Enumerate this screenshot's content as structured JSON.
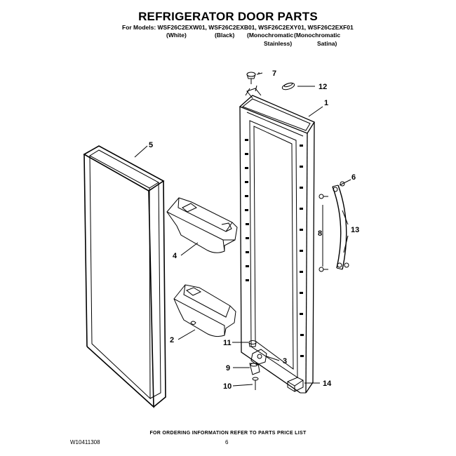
{
  "header": {
    "title": "REFRIGERATOR DOOR PARTS",
    "models_line": "For Models: WSF26C2EXW01, WSF26C2EXB01, WSF26C2EXY01, WSF26C2EXF01",
    "colors": {
      "white": "(White)",
      "black": "(Black)",
      "mono_stainless_1": "(Monochromatic",
      "mono_stainless_2": "Stainless)",
      "mono_satina_1": "(Monochromatic",
      "mono_satina_2": "Satina)"
    }
  },
  "callouts": {
    "c1": "1",
    "c2": "2",
    "c3": "3",
    "c4": "4",
    "c5": "5",
    "c6": "6",
    "c7": "7",
    "c8": "8",
    "c9": "9",
    "c10": "10",
    "c11": "11",
    "c12": "12",
    "c13": "13",
    "c14": "14"
  },
  "footer": {
    "ordering_note": "FOR ORDERING INFORMATION REFER TO PARTS PRICE LIST",
    "doc_number": "W10411308",
    "page_number": "6"
  }
}
